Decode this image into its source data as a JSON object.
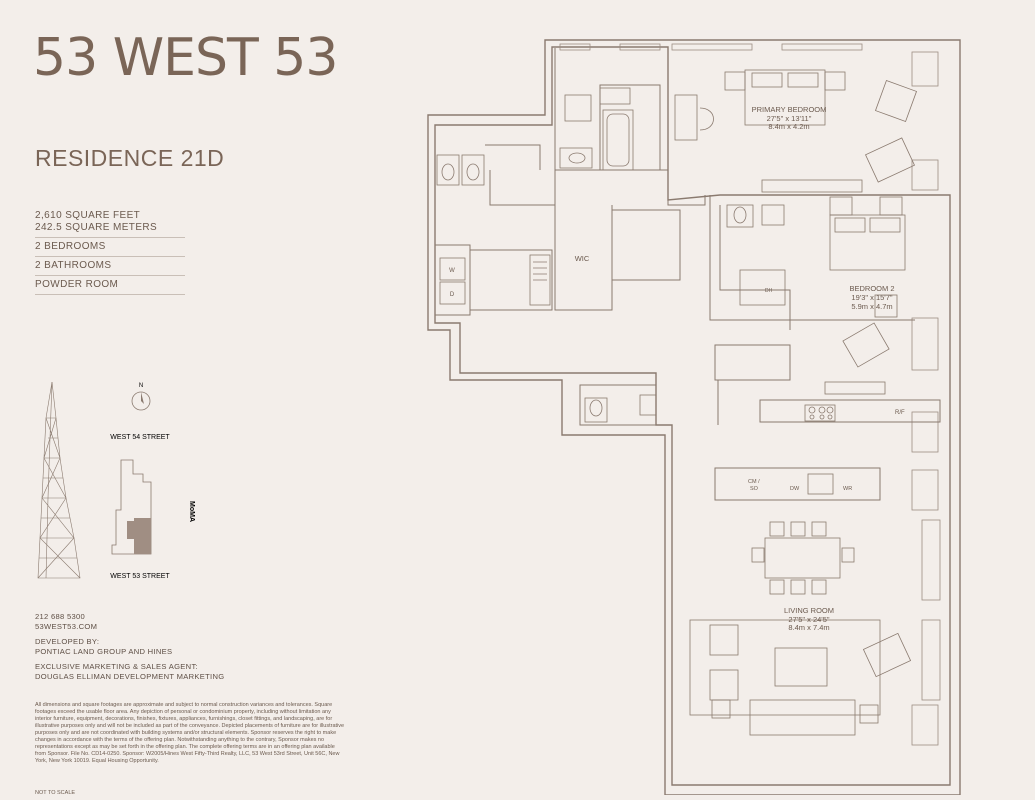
{
  "header": {
    "brand": "53 WEST 53",
    "residence": "RESIDENCE 21D"
  },
  "stats": [
    "2,610 SQUARE FEET\n242.5 SQUARE METERS",
    "2 BEDROOMS",
    "2 BATHROOMS",
    "POWDER ROOM"
  ],
  "location": {
    "compass": "N",
    "north_street": "WEST 54 STREET",
    "south_street": "WEST 53 STREET",
    "moma": "MoMA"
  },
  "contact": {
    "phone": "212 688 5300",
    "website": "53WEST53.COM",
    "developed_by_label": "DEVELOPED BY:",
    "developed_by": "PONTIAC LAND GROUP AND HINES",
    "marketing_label": "EXCLUSIVE MARKETING & SALES AGENT:",
    "marketing": "DOUGLAS ELLIMAN DEVELOPMENT MARKETING"
  },
  "disclaimer": "All dimensions and square footages are approximate and subject to normal construction variances and tolerances. Square footages exceed the usable floor area. Any depiction of personal or condominium property, including without limitation any interior furniture, equipment, decorations, finishes, fixtures, appliances, furnishings, closet fittings, and landscaping, are for illustrative purposes only and will not be included as part of the conveyance. Depicted placements of furniture are for illustrative purposes only and are not coordinated with building systems and/or structural elements. Sponsor reserves the right to make changes in accordance with the terms of the offering plan. Notwithstanding anything to the contrary, Sponsor makes no representations except as may be set forth in the offering plan. The complete offering terms are in an offering plan available from Sponsor. File No. CD14-0250. Sponsor: W2005/Hines West Fifty-Third Realty, LLC, 53 West 53rd Street, Unit 56C, New York, New York 10019. Equal Housing Opportunity.",
  "not_to_scale": "NOT TO SCALE",
  "rooms": {
    "primary": {
      "name": "PRIMARY BEDROOM",
      "imperial": "27'5\" x 13'11\"",
      "metric": "8.4m x 4.2m"
    },
    "bedroom2": {
      "name": "BEDROOM 2",
      "imperial": "19'3\" x 15'7\"",
      "metric": "5.9m x 4.7m"
    },
    "living": {
      "name": "LIVING ROOM",
      "imperial": "27'5\" x 24'5\"",
      "metric": "8.4m x 7.4m"
    },
    "wic": "WIC"
  },
  "appliances": {
    "washer": "W",
    "dryer": "D",
    "rf": "R/F",
    "cm": "CM /",
    "so": "SO",
    "dw": "DW",
    "wr": "WR",
    "dh": "DH"
  }
}
